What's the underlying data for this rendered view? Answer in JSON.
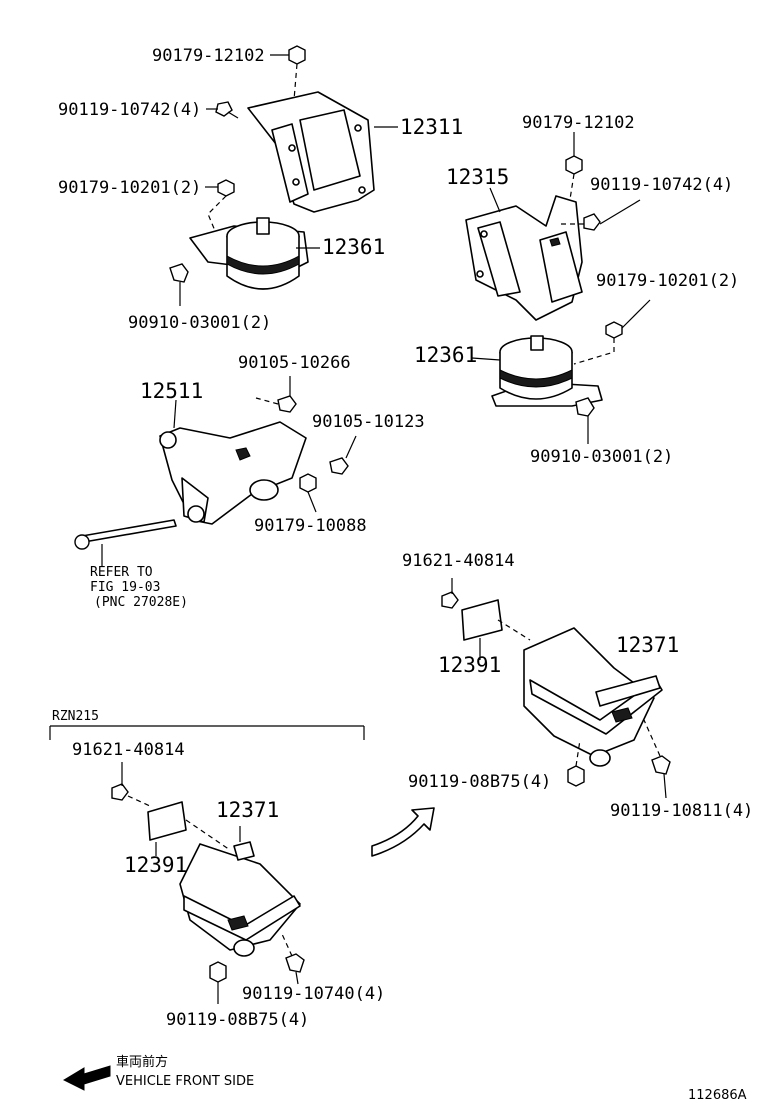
{
  "labels": {
    "p90179_12102_a": "90179-12102",
    "p90119_10742_a": "90119-10742(4)",
    "p12311": "12311",
    "p90179_10201_a": "90179-10201(2)",
    "p12361_a": "12361",
    "p90910_03001_a": "90910-03001(2)",
    "p90179_12102_b": "90179-12102",
    "p12315": "12315",
    "p90119_10742_b": "90119-10742(4)",
    "p90179_10201_b": "90179-10201(2)",
    "p12361_b": "12361",
    "p90910_03001_b": "90910-03001(2)",
    "p12511": "12511",
    "p90105_10266": "90105-10266",
    "p90105_10123": "90105-10123",
    "p90179_10088": "90179-10088",
    "refer_line1": "REFER TO",
    "refer_line2": "FIG 19-03",
    "refer_line3": "(PNC 27028E)",
    "p91621_40814_a": "91621-40814",
    "p12391_a": "12391",
    "p12371_a": "12371",
    "p90119_08b75_a": "90119-08B75(4)",
    "p90119_10811": "90119-10811(4)",
    "rzn_variant": "RZN215",
    "p91621_40814_b": "91621-40814",
    "p12371_b": "12371",
    "p12391_b": "12391",
    "p90119_10740": "90119-10740(4)",
    "p90119_08b75_b": "90119-08B75(4)",
    "front_jp": "車両前方",
    "front_en": "VEHICLE FRONT SIDE",
    "figure_id": "112686A"
  },
  "icons": {
    "front_arrow": "left-arrow-icon",
    "flow_arrow": "curved-arrow-icon"
  },
  "colors": {
    "line": "#000000",
    "background": "#ffffff"
  }
}
